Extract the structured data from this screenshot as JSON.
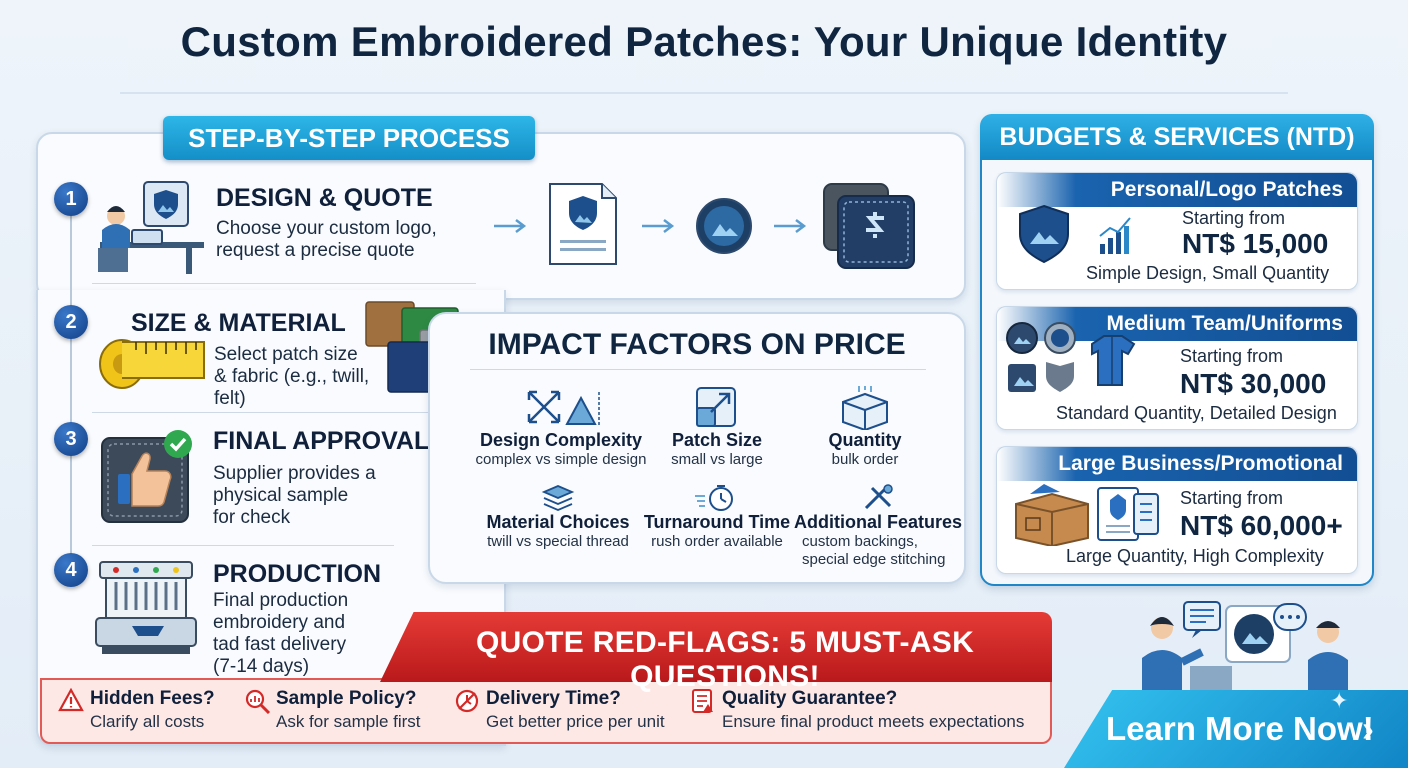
{
  "title": "Custom Embroidered Patches: Your Unique Identity",
  "process": {
    "ribbon": "STEP-BY-STEP PROCESS",
    "steps": [
      {
        "num": "1",
        "title": "DESIGN & QUOTE",
        "desc_lines": [
          "Choose your custom logo,",
          "request a precise quote"
        ]
      },
      {
        "num": "2",
        "title": "SIZE & MATERIAL",
        "desc_lines": [
          "Select patch size",
          "& fabric (e.g., twill,",
          "felt)"
        ]
      },
      {
        "num": "3",
        "title": "FINAL APPROVAL",
        "desc_lines": [
          "Supplier provides a",
          "physical sample",
          "for check"
        ]
      },
      {
        "num": "4",
        "title": "PRODUCTION",
        "desc_lines": [
          "Final production",
          "embroidery and",
          "tad fast delivery",
          "(7-14 days)"
        ]
      }
    ]
  },
  "impact": {
    "title": "IMPACT FACTORS ON PRICE",
    "factors": [
      {
        "title": "Design Complexity",
        "desc_lines": [
          "complex vs simple design"
        ],
        "icon": "arrows-expand-icon"
      },
      {
        "title": "Patch Size",
        "desc_lines": [
          "small vs large"
        ],
        "icon": "resize-icon"
      },
      {
        "title": "Quantity",
        "desc_lines": [
          "bulk order"
        ],
        "icon": "box-icon"
      },
      {
        "title": "Material Choices",
        "desc_lines": [
          "twill vs special thread"
        ],
        "icon": "layers-icon"
      },
      {
        "title": "Turnaround Time",
        "desc_lines": [
          "rush order available"
        ],
        "icon": "stopwatch-icon"
      },
      {
        "title": "Additional Features",
        "desc_lines": [
          "custom backings,",
          "special edge stitching"
        ],
        "icon": "tools-icon"
      }
    ]
  },
  "budgets": {
    "title": "BUDGETS & SERVICES (NTD)",
    "cards": [
      {
        "head": "Personal/Logo Patches",
        "start": "Starting from",
        "price": "NT$ 15,000",
        "note": "Simple Design, Small Quantity"
      },
      {
        "head": "Medium Team/Uniforms",
        "start": "Starting from",
        "price": "NT$ 30,000",
        "note": "Standard Quantity, Detailed Design"
      },
      {
        "head": "Large Business/Promotional",
        "start": "Starting from",
        "price": "NT$ 60,000+",
        "note": "Large Quantity, High Complexity"
      }
    ]
  },
  "redflags": {
    "title": "QUOTE RED-FLAGS: 5 MUST-ASK QUESTIONS!",
    "items": [
      {
        "title": "Hidden Fees?",
        "desc": "Clarify all costs",
        "icon": "warning-icon"
      },
      {
        "title": "Sample Policy?",
        "desc": "Ask for sample first",
        "icon": "magnifier-icon"
      },
      {
        "title": "Delivery Time?",
        "desc": "Get better price per unit",
        "icon": "no-clock-icon"
      },
      {
        "title": "Quality Guarantee?",
        "desc": "Ensure final product meets expectations",
        "icon": "checklist-icon"
      }
    ]
  },
  "cta": {
    "label": "Learn More Now!",
    "arrow": "›",
    "sparkle": "✦"
  },
  "colors": {
    "navy": "#0f2540",
    "accent": "#1a8fd0",
    "red": "#d42a27",
    "green": "#2fa84f"
  }
}
